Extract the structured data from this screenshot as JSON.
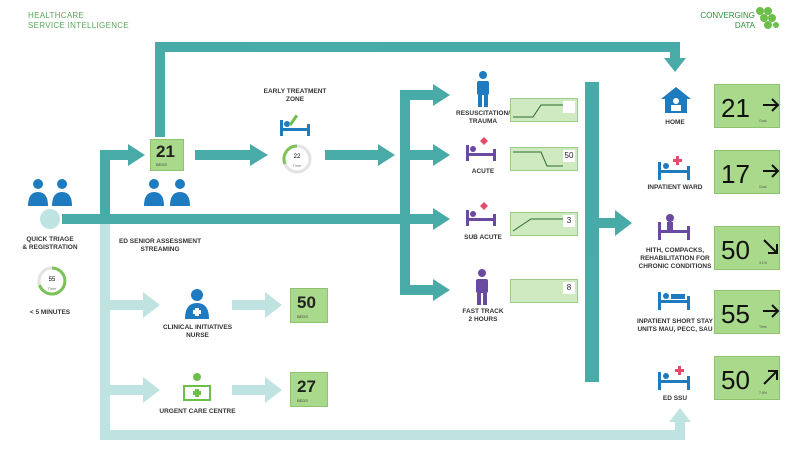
{
  "header": {
    "brand_line1": "HEALTHCARE",
    "brand_line2": "SERVICE INTELLIGENCE",
    "logo_line1": "CONVERGING",
    "logo_line2": "DATA"
  },
  "colors": {
    "flow": "#2a9d9a",
    "flow_light": "#bfe3e1",
    "box_green": "#a9d98a",
    "icon_blue": "#1e7bbf",
    "icon_purple": "#6a4aa0",
    "brand_green": "#5aa75a"
  },
  "triage": {
    "label_line1": "QUICK TRIAGE",
    "label_line2": "& REGISTRATION",
    "gauge_value": "55",
    "gauge_sub": "Time",
    "time_label": "< 5 MINUTES"
  },
  "senior": {
    "beds": "21",
    "beds_label": "BEDS",
    "label_line1": "ED SENIOR ASSESSMENT",
    "label_line2": "STREAMING"
  },
  "early": {
    "label_line1": "EARLY TREATMENT",
    "label_line2": "ZONE",
    "gauge_value": "22",
    "gauge_sub": "Time"
  },
  "clinical": {
    "label_line1": "CLINICAL INITIATIVES",
    "label_line2": "NURSE",
    "beds": "50",
    "beds_label": "BEDS"
  },
  "urgent": {
    "label": "URGENT CARE CENTRE",
    "beds": "27",
    "beds_label": "BEDS"
  },
  "zones": [
    {
      "label_line1": "RESUSCITATION/",
      "label_line2": "TRAUMA",
      "value": ""
    },
    {
      "label_line1": "ACUTE",
      "label_line2": "",
      "value": "50"
    },
    {
      "label_line1": "SUB ACUTE",
      "label_line2": "",
      "value": "3"
    },
    {
      "label_line1": "FAST TRACK",
      "label_line2": "2 HOURS",
      "value": "8"
    }
  ],
  "outcomes": [
    {
      "label_line1": "HOME",
      "label_line2": "",
      "label_line3": "",
      "value": "21",
      "direction": "right",
      "sub": "Goal"
    },
    {
      "label_line1": "INPATIENT WARD",
      "label_line2": "",
      "label_line3": "",
      "value": "17",
      "direction": "right",
      "sub": "Goal"
    },
    {
      "label_line1": "HITH, COMPACKS,",
      "label_line2": "REHABILITATION FOR",
      "label_line3": "CHRONIC CONDITIONS",
      "value": "50",
      "direction": "down-right",
      "sub": "3.1%"
    },
    {
      "label_line1": "INPATIENT SHORT STAY",
      "label_line2": "UNITS MAU, PECC, SAU",
      "label_line3": "",
      "value": "55",
      "direction": "right",
      "sub": "Time"
    },
    {
      "label_line1": "ED SSU",
      "label_line2": "",
      "label_line3": "",
      "value": "50",
      "direction": "up-right",
      "sub": "7.8%"
    }
  ]
}
